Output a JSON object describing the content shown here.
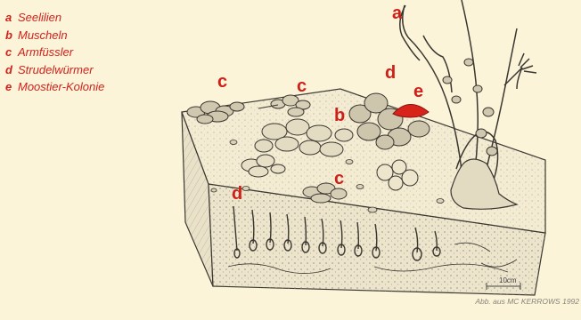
{
  "legend": [
    {
      "key": "a",
      "text": "Seelilien"
    },
    {
      "key": "b",
      "text": "Muscheln"
    },
    {
      "key": "c",
      "text": "Armfüssler"
    },
    {
      "key": "d",
      "text": "Strudelwürmer"
    },
    {
      "key": "e",
      "text": "Moostier-Kolonie"
    }
  ],
  "labels": {
    "a": "a",
    "c1": "c",
    "c2": "c",
    "d1": "d",
    "e": "e",
    "b": "b",
    "c3": "c",
    "d2": "d"
  },
  "scale_bar": "10cm",
  "credit": "Abb. aus MC KERROWS 1992",
  "colors": {
    "background": "#fbf4d9",
    "label_red": "#cf1f19",
    "ink": "#3a3630",
    "accent_red": "#d8231a"
  }
}
